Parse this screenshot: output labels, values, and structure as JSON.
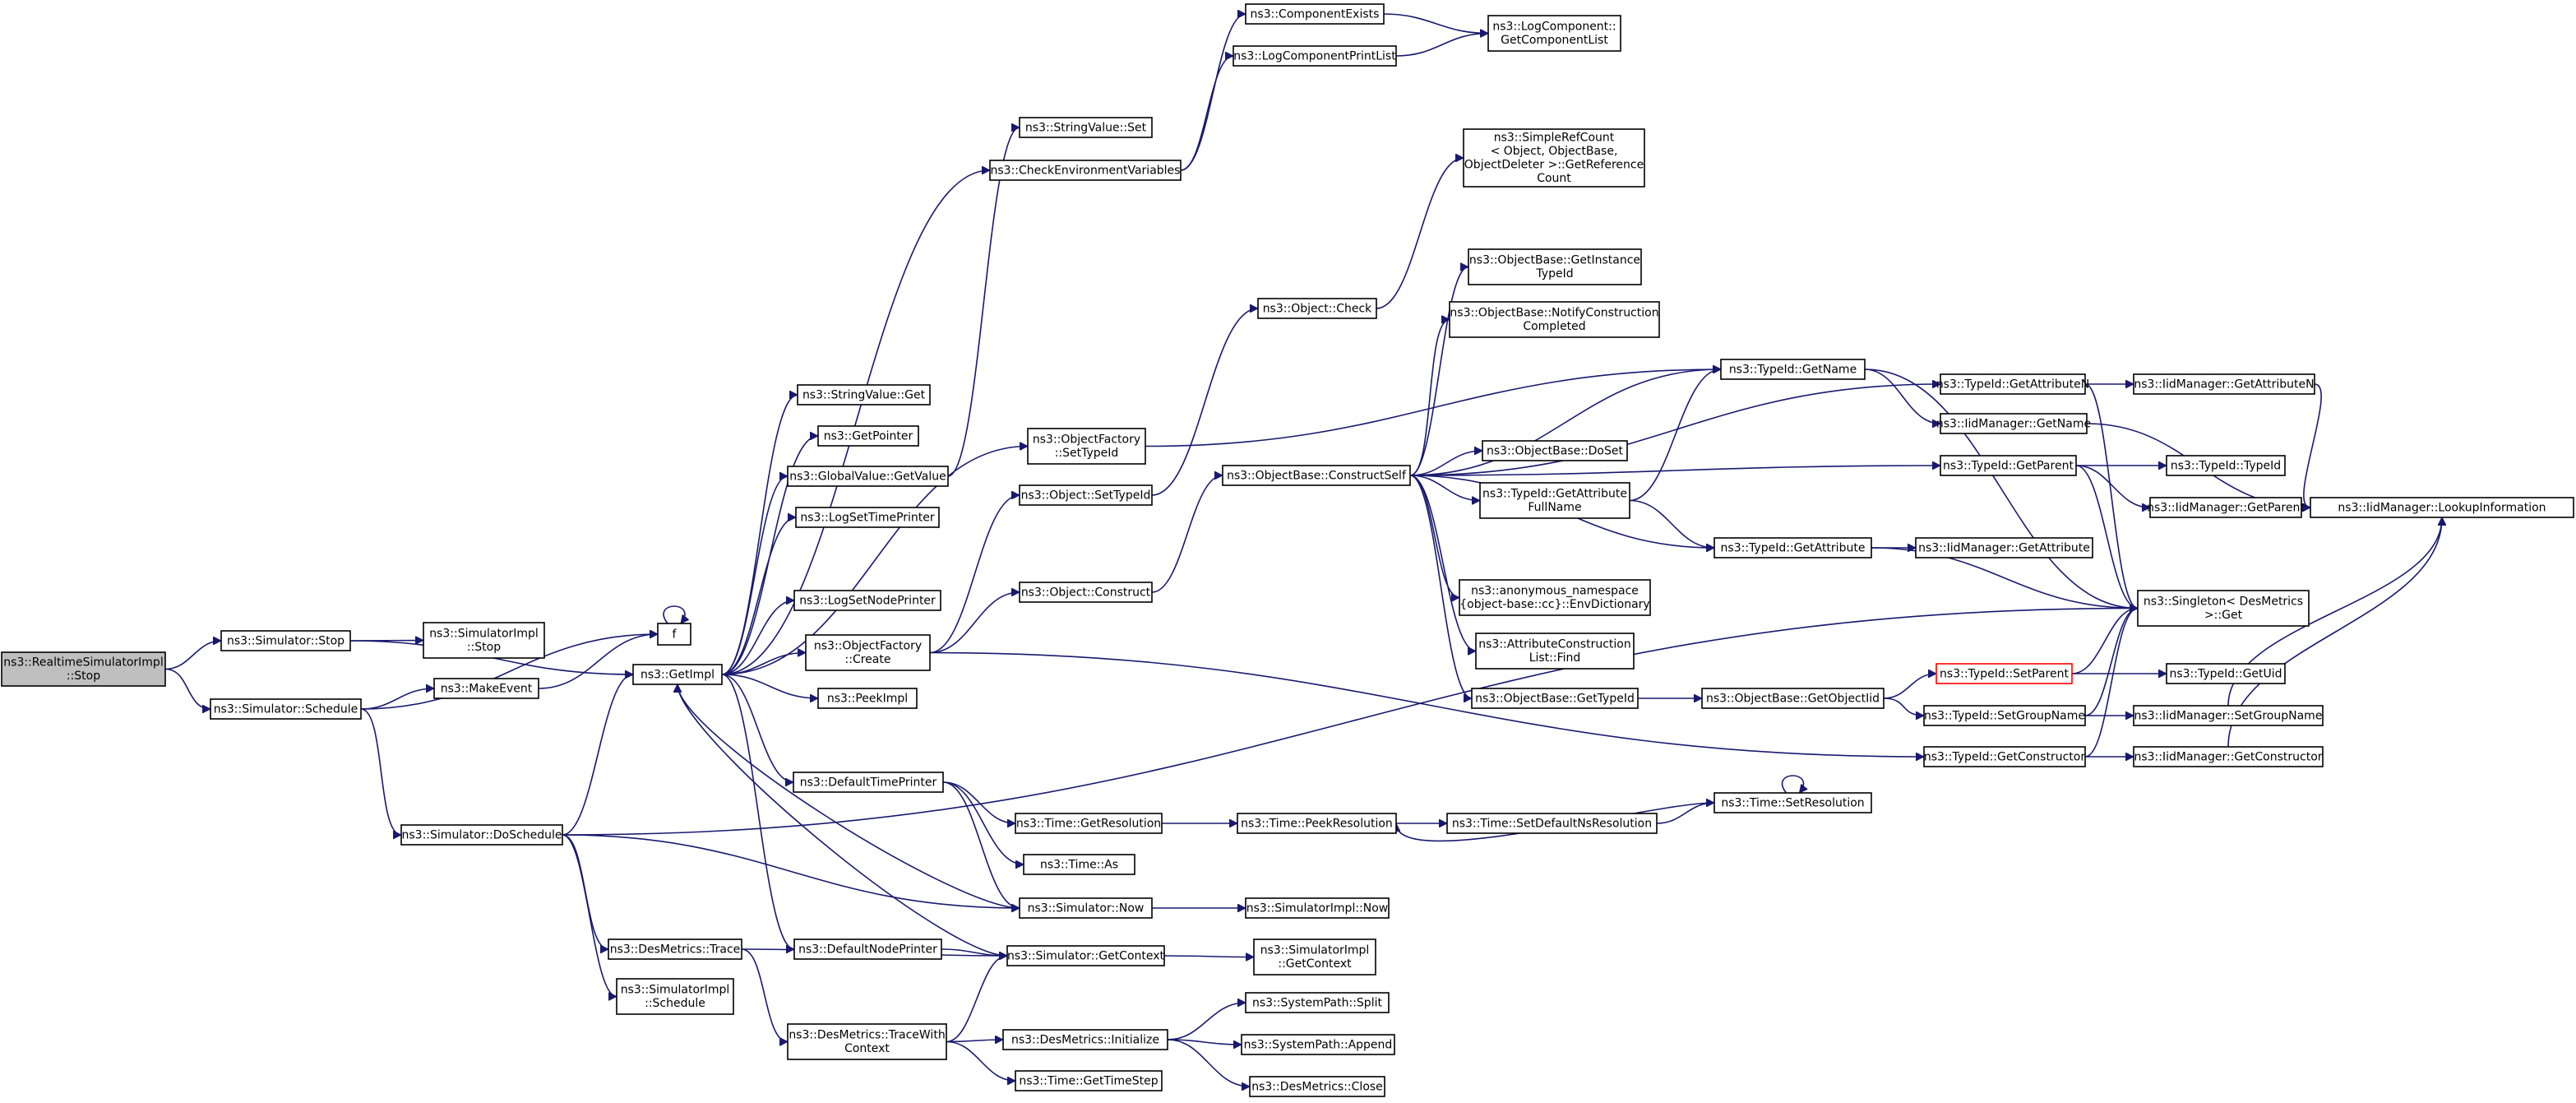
{
  "diagram": {
    "type": "call-graph",
    "colors": {
      "edge": "#191970",
      "root_fill": "#bfbfbf",
      "highlight_border": "#ff0000"
    },
    "nodes": [
      {
        "id": "rtstop",
        "lines": [
          "ns3::RealtimeSimulatorImpl",
          "::Stop"
        ],
        "root": true
      },
      {
        "id": "simstop",
        "lines": [
          "ns3::Simulator::Stop"
        ]
      },
      {
        "id": "simsched",
        "lines": [
          "ns3::Simulator::Schedule"
        ]
      },
      {
        "id": "simimplstop",
        "lines": [
          "ns3::SimulatorImpl",
          "::Stop"
        ]
      },
      {
        "id": "makeevent",
        "lines": [
          "ns3::MakeEvent"
        ]
      },
      {
        "id": "f",
        "lines": [
          "f"
        ]
      },
      {
        "id": "getimpl",
        "lines": [
          "ns3::GetImpl"
        ]
      },
      {
        "id": "dosched",
        "lines": [
          "ns3::Simulator::DoSchedule"
        ]
      },
      {
        "id": "dmtrace",
        "lines": [
          "ns3::DesMetrics::Trace"
        ]
      },
      {
        "id": "simimplsched",
        "lines": [
          "ns3::SimulatorImpl",
          "::Schedule"
        ]
      },
      {
        "id": "svget",
        "lines": [
          "ns3::StringValue::Get"
        ]
      },
      {
        "id": "getptr",
        "lines": [
          "ns3::GetPointer"
        ]
      },
      {
        "id": "gvget",
        "lines": [
          "ns3::GlobalValue::GetValue"
        ]
      },
      {
        "id": "logtime",
        "lines": [
          "ns3::LogSetTimePrinter"
        ]
      },
      {
        "id": "lognode",
        "lines": [
          "ns3::LogSetNodePrinter"
        ]
      },
      {
        "id": "ofcreate",
        "lines": [
          "ns3::ObjectFactory",
          "::Create"
        ]
      },
      {
        "id": "peekimpl",
        "lines": [
          "ns3::PeekImpl"
        ]
      },
      {
        "id": "deftime",
        "lines": [
          "ns3::DefaultTimePrinter"
        ]
      },
      {
        "id": "defnode",
        "lines": [
          "ns3::DefaultNodePrinter"
        ]
      },
      {
        "id": "tracewith",
        "lines": [
          "ns3::DesMetrics::TraceWith",
          "Context"
        ]
      },
      {
        "id": "ofsettype",
        "lines": [
          "ns3::ObjectFactory",
          "::SetTypeId"
        ]
      },
      {
        "id": "objsettype",
        "lines": [
          "ns3::Object::SetTypeId"
        ]
      },
      {
        "id": "objconstruct",
        "lines": [
          "ns3::Object::Construct"
        ]
      },
      {
        "id": "getres",
        "lines": [
          "ns3::Time::GetResolution"
        ]
      },
      {
        "id": "timeas",
        "lines": [
          "ns3::Time::As"
        ]
      },
      {
        "id": "simnow",
        "lines": [
          "ns3::Simulator::Now"
        ]
      },
      {
        "id": "simctx",
        "lines": [
          "ns3::Simulator::GetContext"
        ]
      },
      {
        "id": "dminit",
        "lines": [
          "ns3::DesMetrics::Initialize"
        ]
      },
      {
        "id": "timestep",
        "lines": [
          "ns3::Time::GetTimeStep"
        ]
      },
      {
        "id": "svset",
        "lines": [
          "ns3::StringValue::Set"
        ]
      },
      {
        "id": "checkenv",
        "lines": [
          "ns3::CheckEnvironmentVariables"
        ]
      },
      {
        "id": "compexists",
        "lines": [
          "ns3::ComponentExists"
        ]
      },
      {
        "id": "logcompprint",
        "lines": [
          "ns3::LogComponentPrintList"
        ]
      },
      {
        "id": "objcheck",
        "lines": [
          "ns3::Object::Check"
        ]
      },
      {
        "id": "construct",
        "lines": [
          "ns3::ObjectBase::ConstructSelf"
        ]
      },
      {
        "id": "peekres",
        "lines": [
          "ns3::Time::PeekResolution"
        ]
      },
      {
        "id": "simimplnow",
        "lines": [
          "ns3::SimulatorImpl::Now"
        ]
      },
      {
        "id": "simimplctx",
        "lines": [
          "ns3::SimulatorImpl",
          "::GetContext"
        ]
      },
      {
        "id": "split",
        "lines": [
          "ns3::SystemPath::Split"
        ]
      },
      {
        "id": "append",
        "lines": [
          "ns3::SystemPath::Append"
        ]
      },
      {
        "id": "dmclose",
        "lines": [
          "ns3::DesMetrics::Close"
        ]
      },
      {
        "id": "logcomplist",
        "lines": [
          "ns3::LogComponent::",
          "GetComponentList"
        ]
      },
      {
        "id": "simplerefcount",
        "lines": [
          "ns3::SimpleRefCount",
          "< Object, ObjectBase,",
          "ObjectDeleter >::GetReference",
          "Count"
        ]
      },
      {
        "id": "getinst",
        "lines": [
          "ns3::ObjectBase::GetInstance",
          "TypeId"
        ]
      },
      {
        "id": "notify",
        "lines": [
          "ns3::ObjectBase::NotifyConstruction",
          "Completed"
        ]
      },
      {
        "id": "doset",
        "lines": [
          "ns3::ObjectBase::DoSet"
        ]
      },
      {
        "id": "getattrfull",
        "lines": [
          "ns3::TypeId::GetAttribute",
          "FullName"
        ]
      },
      {
        "id": "anon",
        "lines": [
          "ns3::anonymous_namespace",
          "{object-base::cc}::EnvDictionary"
        ]
      },
      {
        "id": "attrfind",
        "lines": [
          "ns3::AttributeConstruction",
          "List::Find"
        ]
      },
      {
        "id": "obgettype",
        "lines": [
          "ns3::ObjectBase::GetTypeId"
        ]
      },
      {
        "id": "setdefres",
        "lines": [
          "ns3::Time::SetDefaultNsResolution"
        ]
      },
      {
        "id": "tidgetname",
        "lines": [
          "ns3::TypeId::GetName"
        ]
      },
      {
        "id": "tidgetattr",
        "lines": [
          "ns3::TypeId::GetAttribute"
        ]
      },
      {
        "id": "obgetobj",
        "lines": [
          "ns3::ObjectBase::GetObjectIid"
        ]
      },
      {
        "id": "setres",
        "lines": [
          "ns3::Time::SetResolution"
        ]
      },
      {
        "id": "tidattrn",
        "lines": [
          "ns3::TypeId::GetAttributeN"
        ]
      },
      {
        "id": "iidgetname",
        "lines": [
          "ns3::IidManager::GetName"
        ]
      },
      {
        "id": "tidparent",
        "lines": [
          "ns3::TypeId::GetParent"
        ]
      },
      {
        "id": "singleton",
        "lines": [
          "ns3::Singleton< DesMetrics",
          ">::Get"
        ]
      },
      {
        "id": "tidsetparent",
        "lines": [
          "ns3::TypeId::SetParent"
        ],
        "red": true
      },
      {
        "id": "tidsetgroup",
        "lines": [
          "ns3::TypeId::SetGroupName"
        ]
      },
      {
        "id": "tidgetctor",
        "lines": [
          "ns3::TypeId::GetConstructor"
        ]
      },
      {
        "id": "iidgetattrn",
        "lines": [
          "ns3::IidManager::GetAttributeN"
        ]
      },
      {
        "id": "tidtypeid",
        "lines": [
          "ns3::TypeId::TypeId"
        ]
      },
      {
        "id": "iidgetparent",
        "lines": [
          "ns3::IidManager::GetParent"
        ]
      },
      {
        "id": "iidgetattr",
        "lines": [
          "ns3::IidManager::GetAttribute"
        ]
      },
      {
        "id": "tidgetuid",
        "lines": [
          "ns3::TypeId::GetUid"
        ]
      },
      {
        "id": "iidsetgroup",
        "lines": [
          "ns3::IidManager::SetGroupName"
        ]
      },
      {
        "id": "iidgetctor",
        "lines": [
          "ns3::IidManager::GetConstructor"
        ]
      },
      {
        "id": "lookup",
        "lines": [
          "ns3::IidManager::LookupInformation"
        ]
      }
    ],
    "edges": [
      [
        "rtstop",
        "simstop"
      ],
      [
        "rtstop",
        "simsched"
      ],
      [
        "simstop",
        "simimplstop"
      ],
      [
        "simstop",
        "getimpl"
      ],
      [
        "simsched",
        "makeevent"
      ],
      [
        "simsched",
        "f"
      ],
      [
        "simsched",
        "dosched"
      ],
      [
        "makeevent",
        "f"
      ],
      [
        "f",
        "f"
      ],
      [
        "dosched",
        "getimpl"
      ],
      [
        "dosched",
        "dmtrace"
      ],
      [
        "dosched",
        "simimplsched"
      ],
      [
        "dosched",
        "simnow"
      ],
      [
        "dosched",
        "singleton"
      ],
      [
        "dmtrace",
        "simctx"
      ],
      [
        "dmtrace",
        "tracewith"
      ],
      [
        "getimpl",
        "svget"
      ],
      [
        "getimpl",
        "getptr"
      ],
      [
        "getimpl",
        "gvget"
      ],
      [
        "getimpl",
        "logtime"
      ],
      [
        "getimpl",
        "lognode"
      ],
      [
        "getimpl",
        "ofcreate"
      ],
      [
        "getimpl",
        "peekimpl"
      ],
      [
        "getimpl",
        "deftime"
      ],
      [
        "getimpl",
        "defnode"
      ],
      [
        "getimpl",
        "ofsettype"
      ],
      [
        "getimpl",
        "checkenv"
      ],
      [
        "gvget",
        "svset"
      ],
      [
        "ofcreate",
        "objconstruct"
      ],
      [
        "ofcreate",
        "objsettype"
      ],
      [
        "ofcreate",
        "tidgetctor"
      ],
      [
        "ofsettype",
        "tidgetname"
      ],
      [
        "objsettype",
        "objcheck"
      ],
      [
        "objconstruct",
        "construct"
      ],
      [
        "deftime",
        "getres"
      ],
      [
        "deftime",
        "timeas"
      ],
      [
        "deftime",
        "simnow"
      ],
      [
        "defnode",
        "simctx"
      ],
      [
        "simnow",
        "getimpl"
      ],
      [
        "simnow",
        "simimplnow"
      ],
      [
        "simctx",
        "getimpl"
      ],
      [
        "simctx",
        "simimplctx"
      ],
      [
        "tracewith",
        "simctx"
      ],
      [
        "tracewith",
        "dminit"
      ],
      [
        "tracewith",
        "timestep"
      ],
      [
        "dminit",
        "split"
      ],
      [
        "dminit",
        "append"
      ],
      [
        "dminit",
        "dmclose"
      ],
      [
        "checkenv",
        "compexists"
      ],
      [
        "checkenv",
        "logcompprint"
      ],
      [
        "compexists",
        "logcomplist"
      ],
      [
        "logcompprint",
        "logcomplist"
      ],
      [
        "objcheck",
        "simplerefcount"
      ],
      [
        "construct",
        "getinst"
      ],
      [
        "construct",
        "notify"
      ],
      [
        "construct",
        "doset"
      ],
      [
        "construct",
        "getattrfull"
      ],
      [
        "construct",
        "anon"
      ],
      [
        "construct",
        "attrfind"
      ],
      [
        "construct",
        "obgettype"
      ],
      [
        "construct",
        "tidgetname"
      ],
      [
        "construct",
        "tidgetattr"
      ],
      [
        "construct",
        "tidattrn"
      ],
      [
        "construct",
        "tidparent"
      ],
      [
        "getres",
        "peekres"
      ],
      [
        "peekres",
        "setdefres"
      ],
      [
        "setdefres",
        "setres"
      ],
      [
        "setres",
        "peekres"
      ],
      [
        "setres",
        "setres"
      ],
      [
        "getattrfull",
        "tidgetname"
      ],
      [
        "getattrfull",
        "tidgetattr"
      ],
      [
        "obgettype",
        "obgetobj"
      ],
      [
        "obgetobj",
        "tidsetparent"
      ],
      [
        "obgetobj",
        "tidsetgroup"
      ],
      [
        "tidgetname",
        "iidgetname"
      ],
      [
        "tidgetname",
        "singleton"
      ],
      [
        "tidgetattr",
        "iidgetattr"
      ],
      [
        "tidgetattr",
        "singleton"
      ],
      [
        "tidattrn",
        "iidgetattrn"
      ],
      [
        "tidattrn",
        "singleton"
      ],
      [
        "tidparent",
        "tidtypeid"
      ],
      [
        "tidparent",
        "iidgetparent"
      ],
      [
        "tidparent",
        "singleton"
      ],
      [
        "tidsetparent",
        "tidgetuid"
      ],
      [
        "tidsetparent",
        "singleton"
      ],
      [
        "tidsetgroup",
        "iidsetgroup"
      ],
      [
        "tidsetgroup",
        "singleton"
      ],
      [
        "tidgetctor",
        "iidgetctor"
      ],
      [
        "tidgetctor",
        "singleton"
      ],
      [
        "iidgetname",
        "lookup"
      ],
      [
        "iidgetattrn",
        "lookup"
      ],
      [
        "iidgetparent",
        "lookup"
      ],
      [
        "iidsetgroup",
        "lookup"
      ],
      [
        "iidgetctor",
        "lookup"
      ]
    ]
  }
}
